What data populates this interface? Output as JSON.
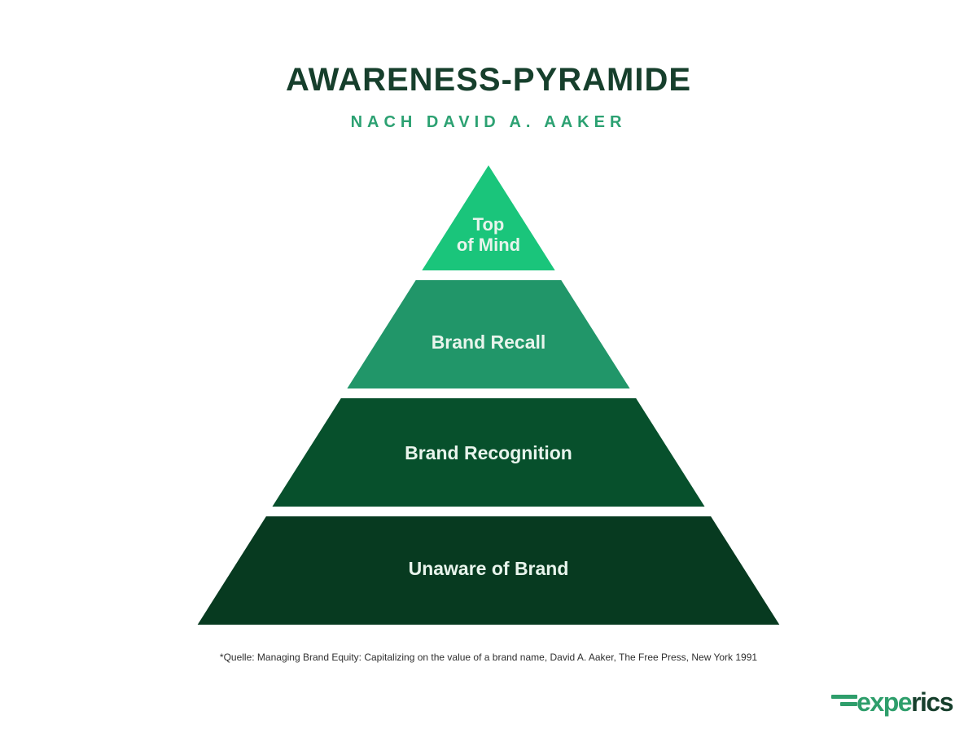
{
  "page": {
    "background": "#FFFFFF"
  },
  "header": {
    "title": "AWARENESS-PYRAMIDE",
    "subtitle": "NACH DAVID A. AAKER",
    "title_color": "#163F2C",
    "subtitle_color": "#2CA172"
  },
  "pyramid": {
    "label_color": "#E8F4EC",
    "levels": [
      {
        "name": "top-of-mind",
        "line1": "Top",
        "line2": "of Mind",
        "color": "#1AC57B"
      },
      {
        "name": "brand-recall",
        "label": "Brand Recall",
        "color": "#219669"
      },
      {
        "name": "brand-recognition",
        "label": "Brand Recognition",
        "color": "#07502C"
      },
      {
        "name": "unaware-of-brand",
        "label": "Unaware of Brand",
        "color": "#073A20"
      }
    ]
  },
  "footnote": {
    "text": "*Quelle: Managing Brand Equity: Capitalizing on the value of a brand name, David A. Aaker, The Free Press, New York 1991",
    "color": "#2F2F2F"
  },
  "logo": {
    "part1": "expe",
    "part2": "rics",
    "part1_color": "#2E9E6B",
    "part2_color": "#163F2C",
    "bars_color": "#2E9E6B"
  }
}
